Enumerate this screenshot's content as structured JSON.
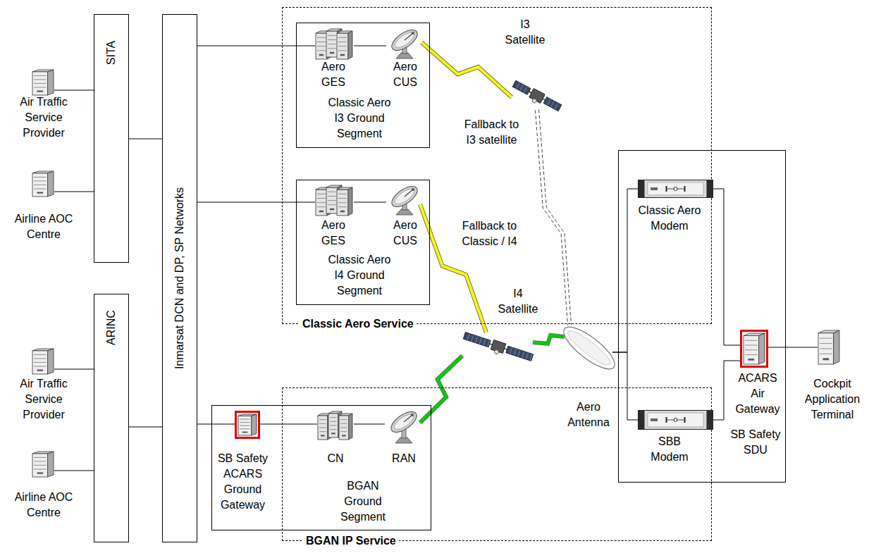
{
  "diagram": {
    "nodes": [
      {
        "text": [
          "Air Traffic Service Provider"
        ]
      },
      {
        "text": [
          "Airline AOC Centre"
        ]
      },
      {
        "text": [
          "SITA"
        ]
      },
      {
        "text": [
          "Air Traffic Service Provider"
        ]
      },
      {
        "text": [
          "Airline AOC Centre"
        ]
      },
      {
        "text": [
          "ARINC"
        ]
      },
      {
        "text": [
          "Inmarsat DCN and DP, SP Networks"
        ]
      },
      {
        "text": [
          "Classic Aero Service"
        ]
      },
      {
        "text": [
          "Classic Aero I3 Ground Segment"
        ],
        "in": 7
      },
      {
        "text": [
          "Aero GES"
        ],
        "in": 8
      },
      {
        "text": [
          "Aero CUS"
        ],
        "in": 8
      },
      {
        "text": [
          "I3 Satellite"
        ],
        "in": 7
      },
      {
        "text": [
          "Classic Aero I4 Ground Segment"
        ],
        "in": 7
      },
      {
        "text": [
          "Aero GES"
        ],
        "in": 12
      },
      {
        "text": [
          "Aero CUS"
        ],
        "in": 12
      },
      {
        "text": [
          "I4 Satellite"
        ]
      },
      {
        "text": [
          "BGAN IP Service"
        ]
      },
      {
        "text": [
          "BGAN Ground Segment"
        ]
      },
      {
        "text": [
          "SB Safety ACARS Ground Gateway"
        ],
        "in": 17
      },
      {
        "text": [
          "CN"
        ],
        "in": 17
      },
      {
        "text": [
          "RAN"
        ],
        "in": 17
      },
      {
        "text": [
          "Aero Antenna"
        ]
      },
      {
        "text": [
          "SB Safety SDU"
        ]
      },
      {
        "text": [
          "Classic Aero Modem"
        ],
        "in": 22
      },
      {
        "text": [
          "SBB Modem"
        ],
        "in": 22
      },
      {
        "text": [
          "ACARS Air Gateway"
        ],
        "in": 22
      },
      {
        "text": [
          "Cockpit Application Terminal"
        ]
      }
    ],
    "edges": [
      {
        "from": 0,
        "to": 2,
        "arrow": "none"
      },
      {
        "from": 1,
        "to": 2,
        "arrow": "none"
      },
      {
        "from": 3,
        "to": 5,
        "arrow": "none"
      },
      {
        "from": 4,
        "to": 5,
        "arrow": "none"
      },
      {
        "from": 2,
        "to": 6,
        "arrow": "none"
      },
      {
        "from": 5,
        "to": 6,
        "arrow": "none"
      },
      {
        "from": 6,
        "to": 9,
        "arrow": "none"
      },
      {
        "from": 6,
        "to": 13,
        "arrow": "none"
      },
      {
        "from": 6,
        "to": 18,
        "arrow": "none"
      },
      {
        "from": 9,
        "to": 10,
        "arrow": "none"
      },
      {
        "from": 13,
        "to": 14,
        "arrow": "none"
      },
      {
        "from": 18,
        "to": 19,
        "arrow": "none"
      },
      {
        "from": 19,
        "to": 20,
        "arrow": "none"
      },
      {
        "from": 10,
        "to": 11,
        "arrow": "none"
      },
      {
        "from": 14,
        "to": 15,
        "arrow": "none"
      },
      {
        "from": 20,
        "to": 15,
        "arrow": "none"
      },
      {
        "from": 15,
        "to": 21,
        "arrow": "none"
      },
      {
        "from": 11,
        "to": 21,
        "arrow": "none"
      },
      {
        "from": 21,
        "to": 23,
        "arrow": "none"
      },
      {
        "from": 21,
        "to": 24,
        "arrow": "none"
      },
      {
        "from": 23,
        "to": 25,
        "arrow": "none"
      },
      {
        "from": 24,
        "to": 25,
        "arrow": "none"
      },
      {
        "from": 25,
        "to": 26,
        "arrow": "none"
      }
    ],
    "labels": [
      "Fallback to I3 satellite",
      "Fallback to Classic / I4"
    ]
  }
}
